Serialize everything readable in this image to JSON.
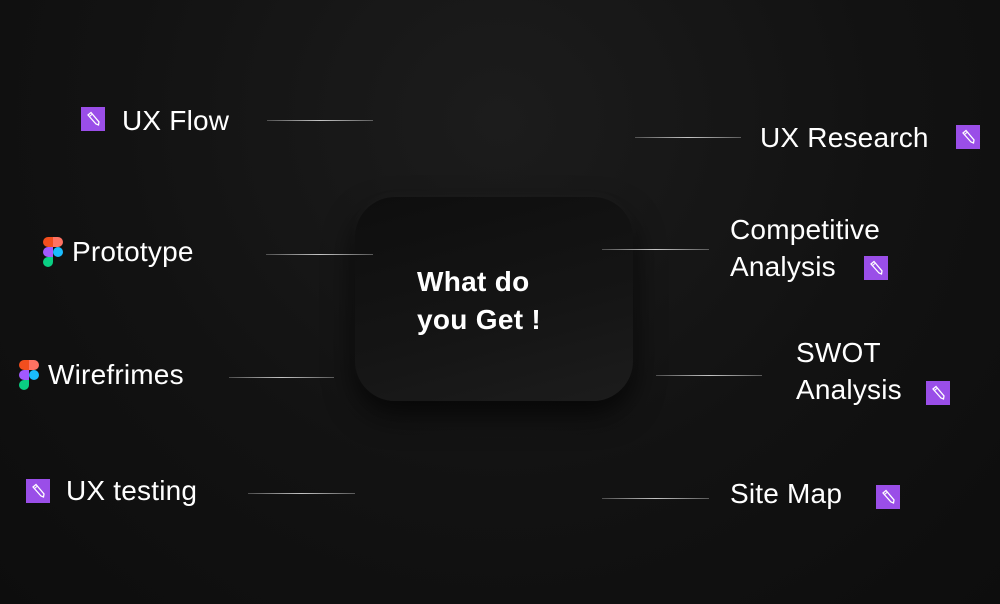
{
  "center": {
    "line1": "What do",
    "line2": "you Get !"
  },
  "left_items": [
    {
      "label": "UX Flow",
      "icon": "pencil-icon"
    },
    {
      "label": "Prototype",
      "icon": "figma-icon"
    },
    {
      "label": "Wirefrimes",
      "icon": "figma-icon"
    },
    {
      "label": "UX testing",
      "icon": "pencil-icon"
    }
  ],
  "right_items": [
    {
      "label": "UX Research",
      "icon": "pencil-icon"
    },
    {
      "line1": "Competitive",
      "line2": "Analysis",
      "icon": "pencil-icon"
    },
    {
      "line1": "SWOT",
      "line2": "Analysis",
      "icon": "pencil-icon"
    },
    {
      "label": "Site Map",
      "icon": "pencil-icon"
    }
  ],
  "colors": {
    "accent": "#9a4ee8",
    "background": "#121212"
  }
}
